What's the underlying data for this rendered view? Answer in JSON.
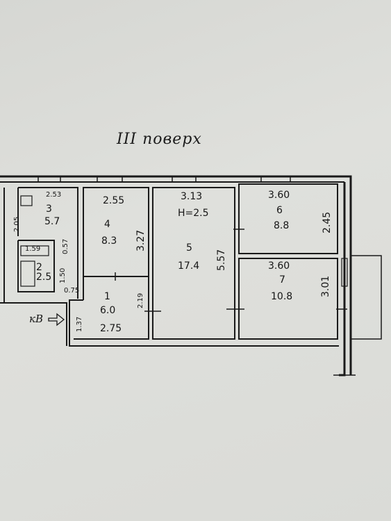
{
  "floor_title": "III поверх",
  "entrance_label": "кВ",
  "rooms": [
    {
      "num": "1",
      "area": "6.0"
    },
    {
      "num": "2",
      "area": "2.5"
    },
    {
      "num": "3",
      "area": "5.7"
    },
    {
      "num": "4",
      "area": "8.3"
    },
    {
      "num": "5",
      "area": "17.4"
    },
    {
      "num": "6",
      "area": "8.8"
    },
    {
      "num": "7",
      "area": "10.8"
    }
  ],
  "room5_height": "H=2.5",
  "dimensions": {
    "r3_top": "2.53",
    "r3_side": "2.05",
    "bath_w": "1.59",
    "bath_side": "0.57",
    "closet_w": "1.50",
    "closet_door": "0.75",
    "r4_top": "2.55",
    "r4_side": "3.27",
    "r5_top": "3.13",
    "r5_side": "5.57",
    "r6_top": "3.60",
    "r6_side": "2.45",
    "r7_top": "3.60",
    "r7_side": "3.01",
    "hall_side": "2.19",
    "hall_bottom": "2.75",
    "entry_side": "1.37"
  }
}
